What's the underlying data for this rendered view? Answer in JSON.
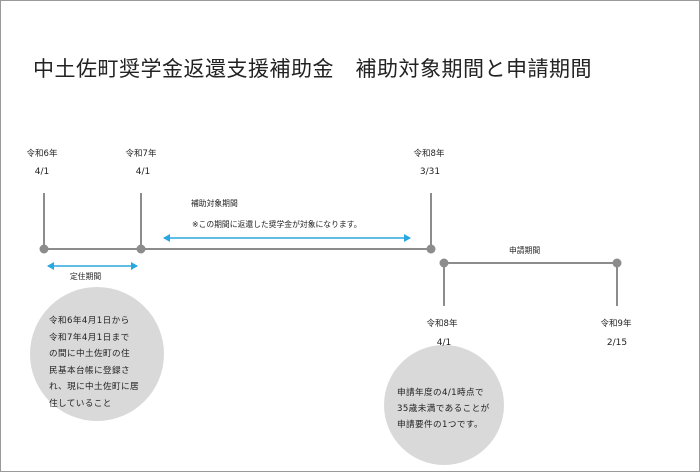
{
  "title": "中土佐町奨学金返還支援補助金　補助対象期間と申請期間",
  "milestones": [
    {
      "era": "令和6年",
      "date": "4/1"
    },
    {
      "era": "令和7年",
      "date": "4/1"
    },
    {
      "era": "令和8年",
      "date": "3/31"
    },
    {
      "era": "令和8年",
      "date": "4/1"
    },
    {
      "era": "令和9年",
      "date": "2/15"
    }
  ],
  "labels": {
    "residence_period": "定住期間",
    "subsidy_period": "補助対象期間",
    "subsidy_note": "※この期間に返還した奨学金が対象になります。",
    "application_period": "申請期間"
  },
  "notes": {
    "residence": [
      "令和6年4月1日から",
      "令和7年4月1日まで",
      "の間に中土佐町の住",
      "民基本台帳に登録さ",
      "れ、現に中土佐町に居",
      "住していること"
    ],
    "application": [
      "申請年度の4/1時点で",
      "35歳未満であることが",
      "申請要件の1つです。"
    ]
  },
  "colors": {
    "timeline": "#8c8c8c",
    "accent_arrow": "#29a8e0",
    "bubble": "#d9d9d9"
  }
}
